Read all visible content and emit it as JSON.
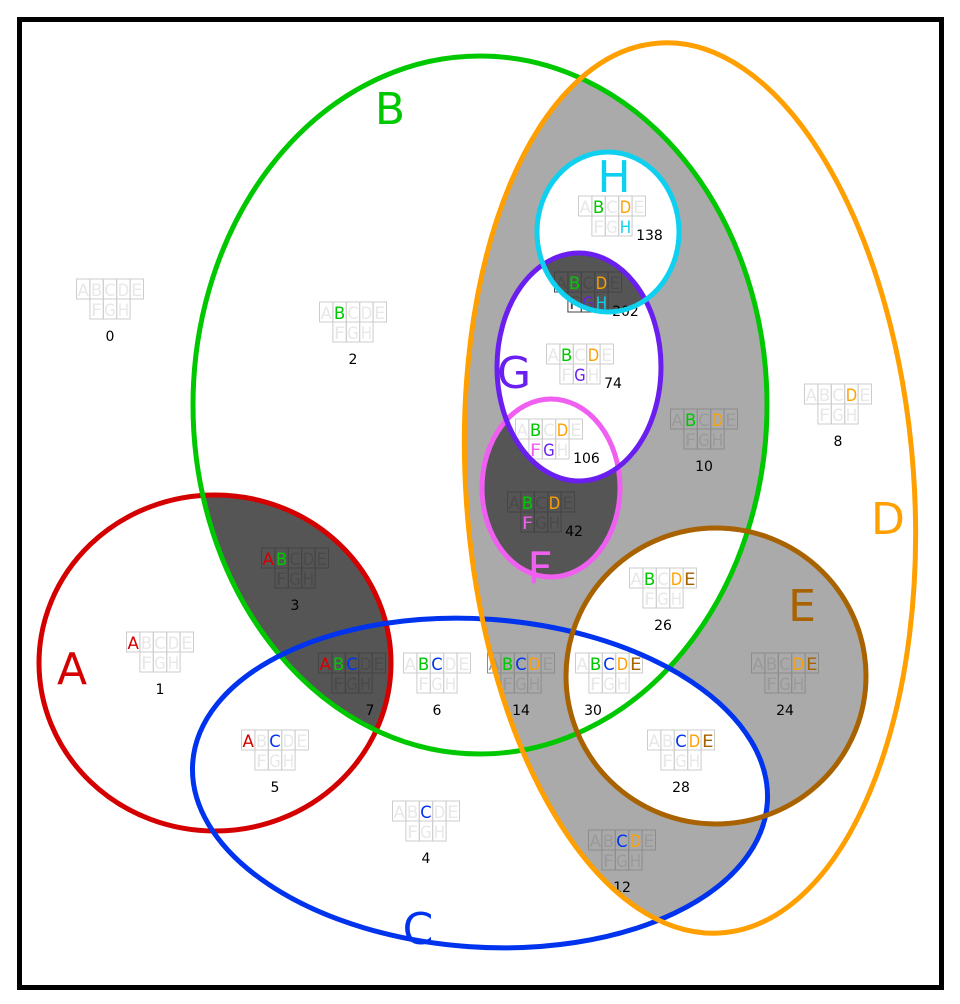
{
  "chart_data": {
    "type": "venn",
    "sets": [
      {
        "name": "A",
        "color": "#d40000"
      },
      {
        "name": "B",
        "color": "#00c800"
      },
      {
        "name": "C",
        "color": "#0033ee"
      },
      {
        "name": "D",
        "color": "#ff9f00"
      },
      {
        "name": "E",
        "color": "#a86200"
      },
      {
        "name": "F",
        "color": "#f060f0"
      },
      {
        "name": "G",
        "color": "#6a1ef0"
      },
      {
        "name": "H",
        "color": "#10d0f0"
      }
    ],
    "letters_row1": [
      "A",
      "B",
      "C",
      "D",
      "E"
    ],
    "letters_row2": [
      "F",
      "G",
      "H"
    ],
    "regions": [
      {
        "sets": [],
        "count": "0",
        "shade": "none"
      },
      {
        "sets": [
          "A"
        ],
        "count": "1",
        "shade": "none"
      },
      {
        "sets": [
          "B"
        ],
        "count": "2",
        "shade": "none"
      },
      {
        "sets": [
          "A",
          "B"
        ],
        "count": "3",
        "shade": "dark"
      },
      {
        "sets": [
          "C"
        ],
        "count": "4",
        "shade": "none"
      },
      {
        "sets": [
          "A",
          "C"
        ],
        "count": "5",
        "shade": "none"
      },
      {
        "sets": [
          "B",
          "C"
        ],
        "count": "6",
        "shade": "none"
      },
      {
        "sets": [
          "A",
          "B",
          "C"
        ],
        "count": "7",
        "shade": "dark"
      },
      {
        "sets": [
          "D"
        ],
        "count": "8",
        "shade": "none"
      },
      {
        "sets": [
          "B",
          "D"
        ],
        "count": "10",
        "shade": "gray"
      },
      {
        "sets": [
          "C",
          "D"
        ],
        "count": "12",
        "shade": "gray"
      },
      {
        "sets": [
          "B",
          "C",
          "D"
        ],
        "count": "14",
        "shade": "gray"
      },
      {
        "sets": [
          "D",
          "E"
        ],
        "count": "24",
        "shade": "gray"
      },
      {
        "sets": [
          "B",
          "D",
          "E"
        ],
        "count": "26",
        "shade": "none"
      },
      {
        "sets": [
          "C",
          "D",
          "E"
        ],
        "count": "28",
        "shade": "none"
      },
      {
        "sets": [
          "B",
          "C",
          "D",
          "E"
        ],
        "count": "30",
        "shade": "none"
      },
      {
        "sets": [
          "B",
          "D",
          "F"
        ],
        "count": "42",
        "shade": "dark"
      },
      {
        "sets": [
          "B",
          "D",
          "G"
        ],
        "count": "74",
        "shade": "none"
      },
      {
        "sets": [
          "B",
          "D",
          "F",
          "G"
        ],
        "count": "106",
        "shade": "none"
      },
      {
        "sets": [
          "B",
          "D",
          "H"
        ],
        "count": "138",
        "shade": "none"
      },
      {
        "sets": [
          "B",
          "D",
          "G",
          "H"
        ],
        "count": "202",
        "shade": "dark"
      }
    ],
    "shade_colors": {
      "gray": "#aaaaaa",
      "dark": "#555555"
    }
  }
}
